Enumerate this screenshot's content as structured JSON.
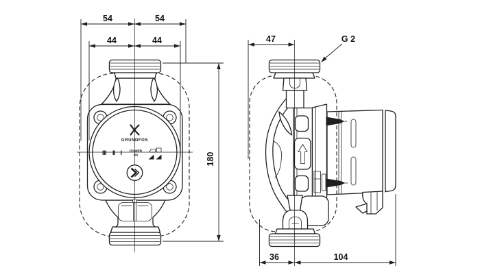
{
  "colors": {
    "background": "#ffffff",
    "line": "#1f1f1f"
  },
  "front_view": {
    "dims": {
      "outer_left": "54",
      "outer_right": "54",
      "inner_left": "44",
      "inner_right": "44",
      "height": "180"
    },
    "panel": {
      "brand": "GRUNDFOS",
      "power": "POWER",
      "on": "ON",
      "speed_3": "III",
      "speed_2": "II",
      "speed_1": "I"
    }
  },
  "side_view": {
    "dims": {
      "port_offset": "47",
      "thread": "G 2",
      "front_depth": "36",
      "motor_depth": "104"
    }
  }
}
